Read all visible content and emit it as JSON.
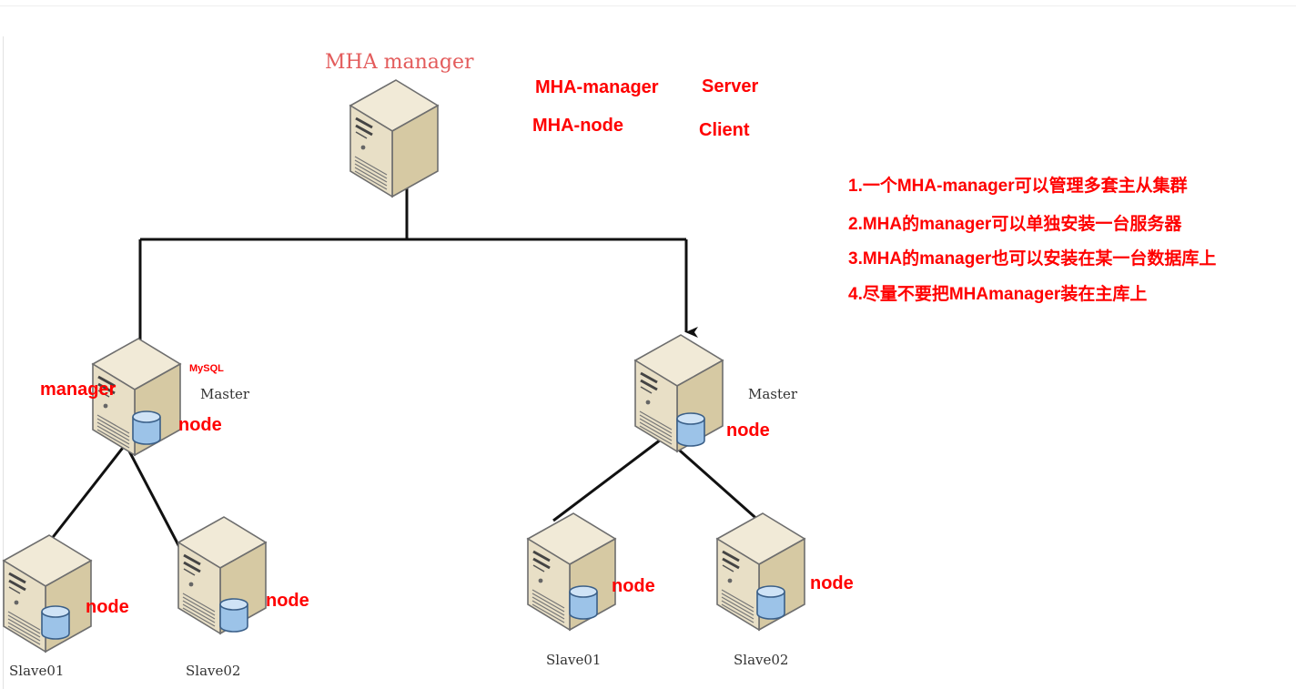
{
  "title": "MHA manager",
  "legend": {
    "row1_left": "MHA-manager",
    "row1_right": "Server",
    "row2_left": "MHA-node",
    "row2_right": "Client"
  },
  "notes": [
    "1.一个MHA-manager可以管理多套主从集群",
    "2.MHA的manager可以单独安装一台服务器",
    "3.MHA的manager也可以安装在某一台数据库上",
    "4.尽量不要把MHAmanager装在主库上"
  ],
  "left_cluster": {
    "mysql_label": "MySQL",
    "manager_label": "manager",
    "master_label": "Master",
    "master_node_label": "node",
    "slave1_label": "Slave01",
    "slave1_node_label": "node",
    "slave2_label": "Slave02",
    "slave2_node_label": "node"
  },
  "right_cluster": {
    "master_label": "Master",
    "master_node_label": "node",
    "slave1_label": "Slave01",
    "slave1_node_label": "node",
    "slave2_label": "Slave02",
    "slave2_node_label": "node"
  },
  "colors": {
    "annotation": "#ff0000",
    "server_body": "#e6dcc2",
    "server_side": "#d2c49e",
    "db_cylinder": "#8fb9e2"
  },
  "icons": [
    "server-icon",
    "database-icon",
    "arrow-down-icon"
  ]
}
